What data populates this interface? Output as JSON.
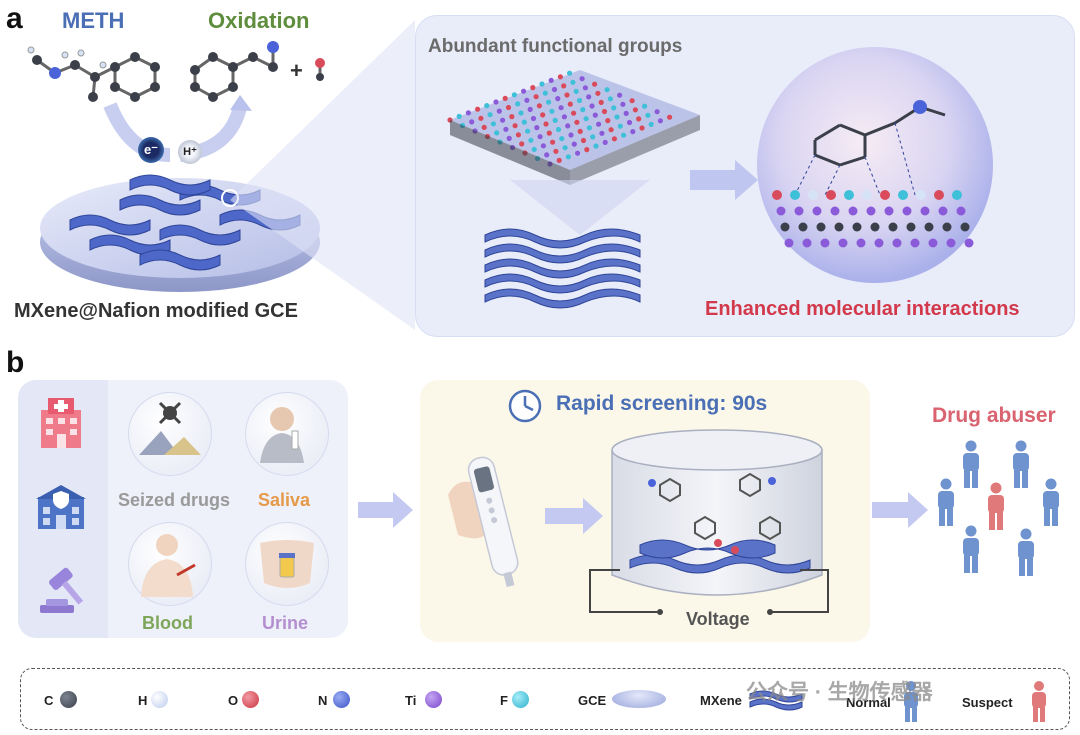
{
  "panel_a": {
    "letter": "a",
    "meth_label": "METH",
    "oxidation_label": "Oxidation",
    "electron_label": "e⁻",
    "proton_label": "H⁺",
    "plus_sign": "+",
    "electrode_caption": "MXene@Nafion modified GCE",
    "functional_groups_label": "Abundant functional groups",
    "interactions_label": "Enhanced molecular interactions"
  },
  "panel_b": {
    "letter": "b",
    "samples": [
      {
        "label": "Seized drugs",
        "color": "#9a9a9a"
      },
      {
        "label": "Saliva",
        "color": "#e59a4a"
      },
      {
        "label": "Blood",
        "color": "#7ea65a"
      },
      {
        "label": "Urine",
        "color": "#b48fd0"
      }
    ],
    "screening_label": "Rapid screening: 90s",
    "voltage_label": "Voltage",
    "abuser_label": "Drug abuser"
  },
  "legend": {
    "items": [
      {
        "label": "C",
        "color": "#3a3f4a"
      },
      {
        "label": "H",
        "color": "#d6e3f7"
      },
      {
        "label": "O",
        "color": "#d94b5a"
      },
      {
        "label": "N",
        "color": "#4a63d9"
      },
      {
        "label": "Ti",
        "color": "#8a5ad9"
      },
      {
        "label": "F",
        "color": "#3fc0d9"
      },
      {
        "label": "GCE",
        "color": "#aab6e6"
      },
      {
        "label": "MXene",
        "color": "#5a73c9"
      },
      {
        "label": "Normal",
        "color": "#6e93cf"
      },
      {
        "label": "Suspect",
        "color": "#e07a7a"
      }
    ]
  },
  "watermark": "公众号 · 生物传感器"
}
